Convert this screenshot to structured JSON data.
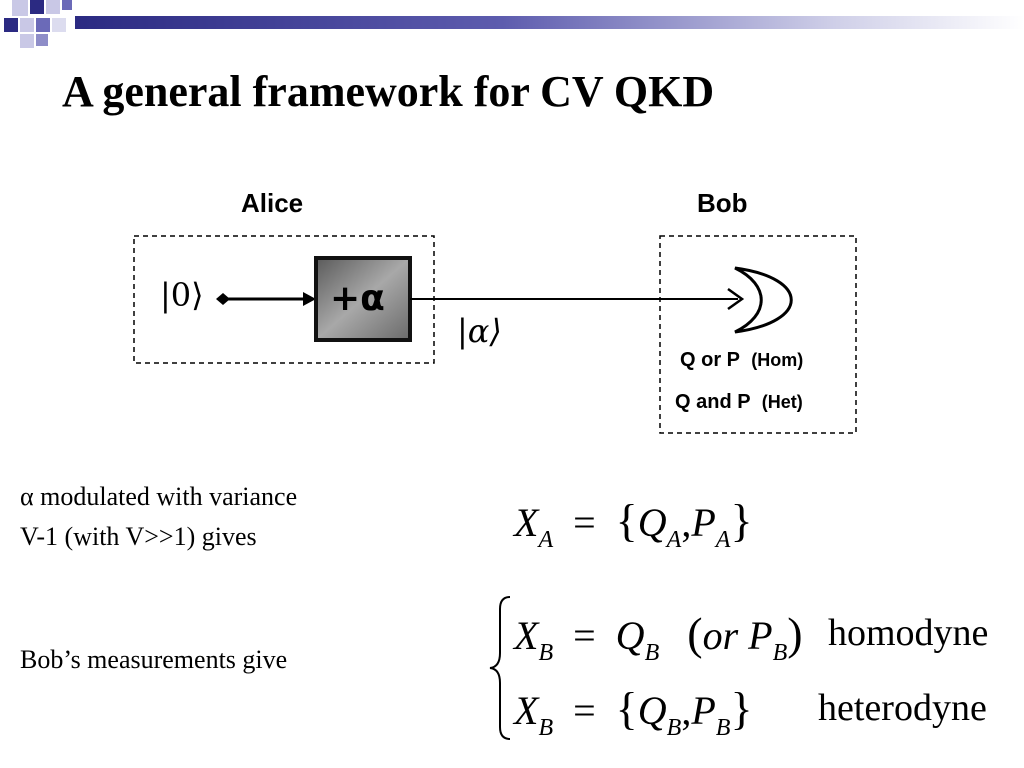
{
  "slide": {
    "title": "A general framework for CV QKD"
  },
  "diagram": {
    "alice_label": "Alice",
    "bob_label": "Bob",
    "input_state": "|0⟩",
    "modulator_label": "+α",
    "channel_state": "|α⟩",
    "measure_hom_left": "Q or P",
    "measure_hom_right": "(Hom)",
    "measure_het_left": "Q and P",
    "measure_het_right": "(Het)"
  },
  "text": {
    "alice_desc_line1": "α modulated with variance",
    "alice_desc_line2": "V-1 (with V>>1) gives",
    "bob_desc": "Bob’s measurements give"
  },
  "equations": {
    "alice_lhs": "X",
    "alice_lhs_sub": "A",
    "alice_q": "Q",
    "alice_p": "P",
    "sub_a": "A",
    "bob_x": "X",
    "sub_b": "B",
    "bob_q": "Q",
    "bob_p": "P",
    "or_word": "or",
    "hom_label": "homodyne",
    "het_label": "heterodyne"
  },
  "colors": {
    "header_dark": "#2b2a82",
    "header_mid": "#6b6ab8",
    "header_light": "#c9c8e6"
  }
}
